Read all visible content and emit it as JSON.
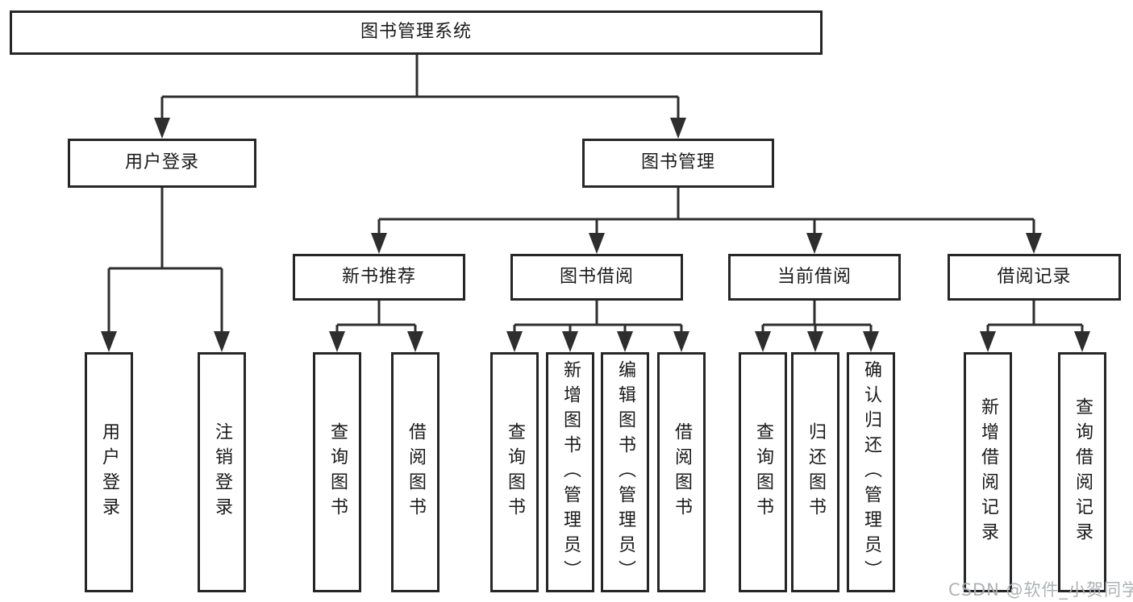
{
  "tree": {
    "root": "图书管理系统",
    "branches": [
      {
        "label": "用户登录",
        "leaves": [
          "用户登录",
          "注销登录"
        ]
      },
      {
        "label": "图书管理",
        "sections": [
          {
            "label": "新书推荐",
            "leaves": [
              "查询图书",
              "借阅图书"
            ]
          },
          {
            "label": "图书借阅",
            "leaves": [
              "查询图书",
              "新增图书（管理员）",
              "编辑图书（管理员）",
              "借阅图书"
            ]
          },
          {
            "label": "当前借阅",
            "leaves": [
              "查询图书",
              "归还图书",
              "确认归还（管理员）"
            ]
          },
          {
            "label": "借阅记录",
            "leaves": [
              "新增借阅记录",
              "查询借阅记录"
            ]
          }
        ]
      }
    ]
  },
  "watermark": "CSDN @软件_小贺同学",
  "colors": {
    "background": "#ffffff",
    "box_fill": "#ffffff",
    "box_border": "#262626",
    "line": "#2e2e2e",
    "text": "#1a1a1a",
    "watermark": "#aeb2b6"
  }
}
